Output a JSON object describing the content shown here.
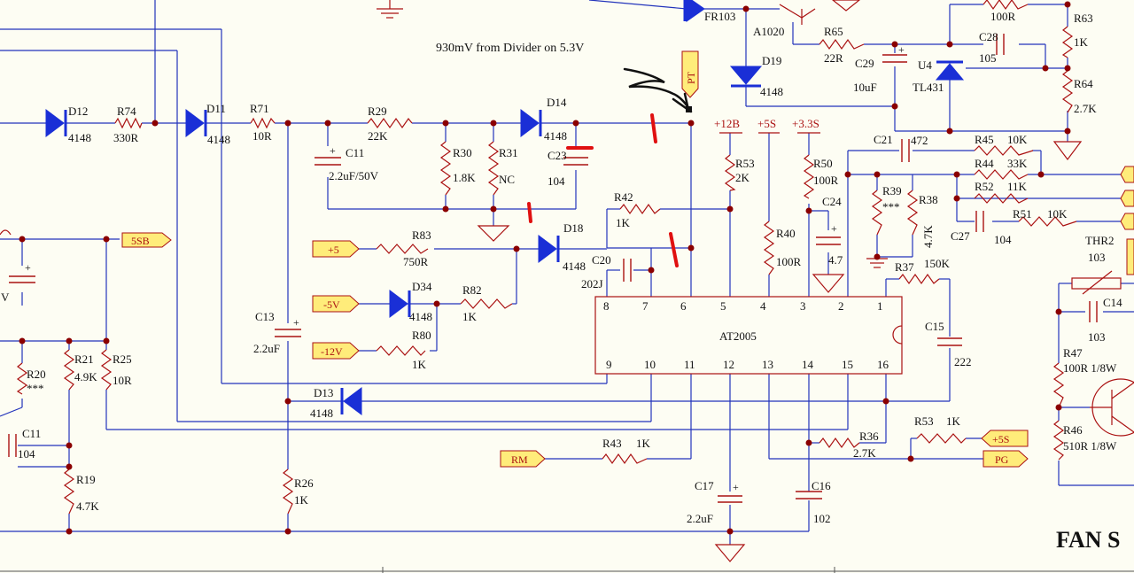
{
  "note_text": "930mV from Divider on 5.3V",
  "probe_tag": "PT",
  "ic_name": "AT2005",
  "ic_pins_top": [
    "8",
    "7",
    "6",
    "5",
    "4",
    "3",
    "2",
    "1"
  ],
  "ic_pins_bottom": [
    "9",
    "10",
    "11",
    "12",
    "13",
    "14",
    "15",
    "16"
  ],
  "rails": {
    "r12": "+12B",
    "r5": "+5S",
    "r33": "+3.3S"
  },
  "tags": {
    "sb": "5SB",
    "p5": "+5",
    "m5": "-5V",
    "m12": "-12V",
    "rm": "RM",
    "p5s": "+5S",
    "pg": "PG"
  },
  "labels": {
    "D12": "D12",
    "D12v": "4148",
    "R74": "R74",
    "R74v": "330R",
    "D11": "D11",
    "D11v": "4148",
    "R71": "R71",
    "R71v": "10R",
    "R29": "R29",
    "R29v": "22K",
    "D14": "D14",
    "D14v": "4148",
    "C11a": "C11",
    "C11av": "2.2uF/50V",
    "R30": "R30",
    "R30v": "1.8K",
    "R31": "R31",
    "R31v": "NC",
    "C23": "C23",
    "C23v": "104",
    "R42": "R42",
    "R42v": "1K",
    "R83": "R83",
    "R83v": "750R",
    "D18": "D18",
    "D18v": "4148",
    "C20": "C20",
    "C20v": "202J",
    "D34": "D34",
    "D34v": "4148",
    "R82": "R82",
    "R82v": "1K",
    "R80": "R80",
    "R80v": "1K",
    "R53a": "R53",
    "R53av": "2K",
    "R40": "R40",
    "R40v": "100R",
    "R50": "R50",
    "R50v": "100R",
    "C24": "C24",
    "C24v": "4.7",
    "C13": "C13",
    "C13v": "2.2uF",
    "D13": "D13",
    "D13v": "4148",
    "R26": "R26",
    "R26v": "1K",
    "R43": "R43",
    "R43v": "1K",
    "C17": "C17",
    "C17v": "2.2uF",
    "C16": "C16",
    "C16v": "102",
    "R36": "R36",
    "R36v": "2.7K",
    "R53b": "R53",
    "R53bv": "1K",
    "C15": "C15",
    "C15v": "222",
    "R37": "R37",
    "R37v": "150K",
    "FR103": "FR103",
    "A1020": "A1020",
    "D19": "D19",
    "D19v": "4148",
    "R65": "R65",
    "R65v": "22R",
    "C29": "C29",
    "C29v": "10uF",
    "U4": "U4",
    "U4v": "TL431",
    "C28": "C28",
    "C28v": "105",
    "R63": "R63",
    "R63v": "1K",
    "R64": "R64",
    "R64v": "2.7K",
    "top100R": "100R",
    "C21": "C21",
    "C21v": "472",
    "R45": "R45",
    "R45v": "10K",
    "R44": "R44",
    "R44v": "33K",
    "R52": "R52",
    "R52v": "11K",
    "R51": "R51",
    "R51v": "10K",
    "C27": "C27",
    "C27v": "104",
    "R39": "R39",
    "R39v": "***",
    "R38": "R38",
    "R38v": "4.7K",
    "THR2": "THR2",
    "THR2v": "103",
    "C14": "C14",
    "C14v": "103",
    "R47": "R47",
    "R47v": "100R 1/8W",
    "R46": "R46",
    "R46v": "510R 1/8W",
    "R20": "R20",
    "R20v": "***",
    "R21": "R21",
    "R21v": "4.9K",
    "R25": "R25",
    "R25v": "10R",
    "C11b": "C11",
    "C11bv": "104",
    "R19": "R19",
    "R19v": "4.7K",
    "leftV": "V"
  },
  "fan_title": "FAN S",
  "colors": {
    "wire": "#2233bb",
    "component": "#aa1111",
    "diode": "#1a2fd6",
    "tag_fill": "#ffec7a",
    "mark": "#e01010",
    "background": "#fdfdf3"
  }
}
